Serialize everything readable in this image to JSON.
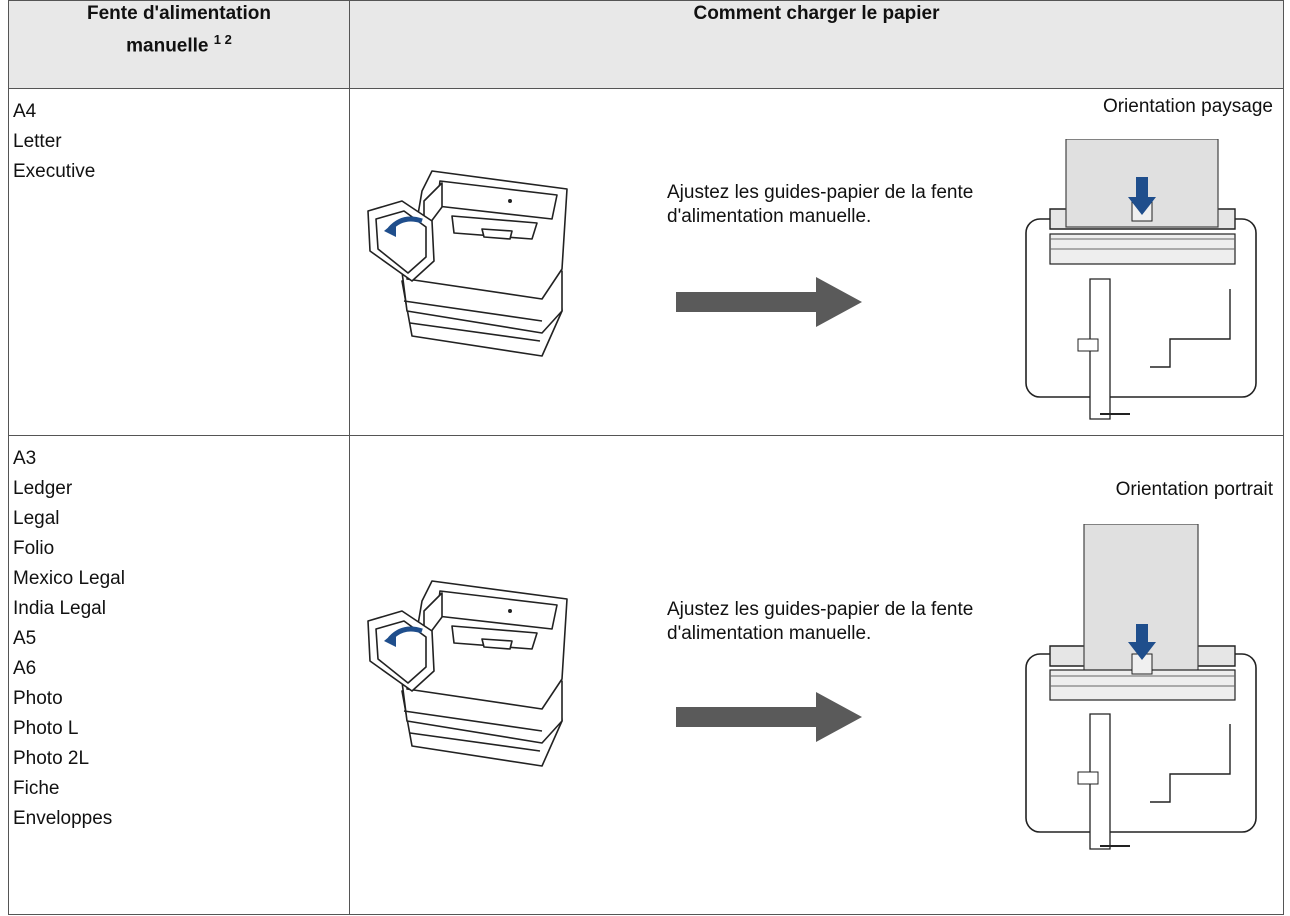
{
  "header": {
    "col1_line1": "Fente d'alimentation",
    "col1_line2": "manuelle",
    "col1_footnotes": "1 2",
    "col2": "Comment charger le papier"
  },
  "rows": [
    {
      "sizes": [
        "A4",
        "Letter",
        "Executive"
      ],
      "instruction": "Ajustez les guides-papier de la fente d'alimentation manuelle.",
      "orientation": "Orientation paysage"
    },
    {
      "sizes": [
        "A3",
        "Ledger",
        "Legal",
        "Folio",
        "Mexico Legal",
        "India Legal",
        "A5",
        "A6",
        "Photo",
        "Photo L",
        "Photo 2L",
        "Fiche",
        "Enveloppes"
      ],
      "instruction": "Ajustez les guides-papier de la fente d'alimentation manuelle.",
      "orientation": "Orientation portrait"
    }
  ],
  "colors": {
    "arrow": "#5a5a5a",
    "accent_arrow": "#1f4e8c",
    "header_bg": "#e8e8e8"
  }
}
